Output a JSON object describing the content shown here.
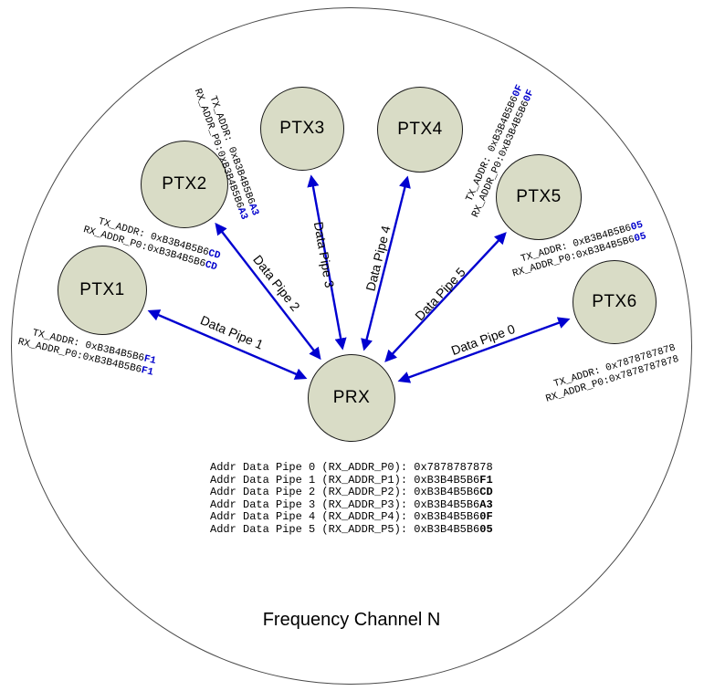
{
  "diagram": {
    "frequency_label": "Frequency Channel N"
  },
  "hub": {
    "name": "PRX"
  },
  "nodes": [
    {
      "name": "PTX1",
      "tx_label": "TX_ADDR: ",
      "rx_label": "RX_ADDR_P0:",
      "addr_prefix": "0xB3B4B5B6",
      "addr_suffix": "F1"
    },
    {
      "name": "PTX2",
      "tx_label": "TX_ADDR: ",
      "rx_label": "RX_ADDR_P0:",
      "addr_prefix": "0xB3B4B5B6",
      "addr_suffix": "CD"
    },
    {
      "name": "PTX3",
      "tx_label": "TX_ADDR: ",
      "rx_label": "RX_ADDR_P0:",
      "addr_prefix": "0xB3B4B5B6",
      "addr_suffix": "A3"
    },
    {
      "name": "PTX4",
      "tx_label": "TX_ADDR: ",
      "rx_label": "RX_ADDR_P0:",
      "addr_prefix": "0xB3B4B5B6",
      "addr_suffix": "0F"
    },
    {
      "name": "PTX5",
      "tx_label": "TX_ADDR: ",
      "rx_label": "RX_ADDR_P0:",
      "addr_prefix": "0xB3B4B5B6",
      "addr_suffix": "05"
    },
    {
      "name": "PTX6",
      "tx_label": "TX_ADDR: ",
      "rx_label": "RX_ADDR_P0:",
      "addr_prefix": "0x7878787878",
      "addr_suffix": ""
    }
  ],
  "pipes": [
    {
      "label": "Data Pipe 1"
    },
    {
      "label": "Data Pipe 2"
    },
    {
      "label": "Data Pipe 3"
    },
    {
      "label": "Data Pipe 4"
    },
    {
      "label": "Data Pipe 5"
    },
    {
      "label": "Data Pipe 0"
    }
  ],
  "address_table": {
    "rows": [
      {
        "label": "Addr Data Pipe 0 (RX_ADDR_P0): ",
        "prefix": "0x7878787878",
        "suffix": ""
      },
      {
        "label": "Addr Data Pipe 1 (RX_ADDR_P1): ",
        "prefix": "0xB3B4B5B6",
        "suffix": "F1"
      },
      {
        "label": "Addr Data Pipe 2 (RX_ADDR_P2): ",
        "prefix": "0xB3B4B5B6",
        "suffix": "CD"
      },
      {
        "label": "Addr Data Pipe 3 (RX_ADDR_P3): ",
        "prefix": "0xB3B4B5B6",
        "suffix": "A3"
      },
      {
        "label": "Addr Data Pipe 4 (RX_ADDR_P4): ",
        "prefix": "0xB3B4B5B6",
        "suffix": "0F"
      },
      {
        "label": "Addr Data Pipe 5 (RX_ADDR_P5): ",
        "prefix": "0xB3B4B5B6",
        "suffix": "05"
      }
    ]
  },
  "colors": {
    "arrow": "#0000d0",
    "highlight": "#0000cc",
    "node_fill": "#d9dcc6"
  }
}
